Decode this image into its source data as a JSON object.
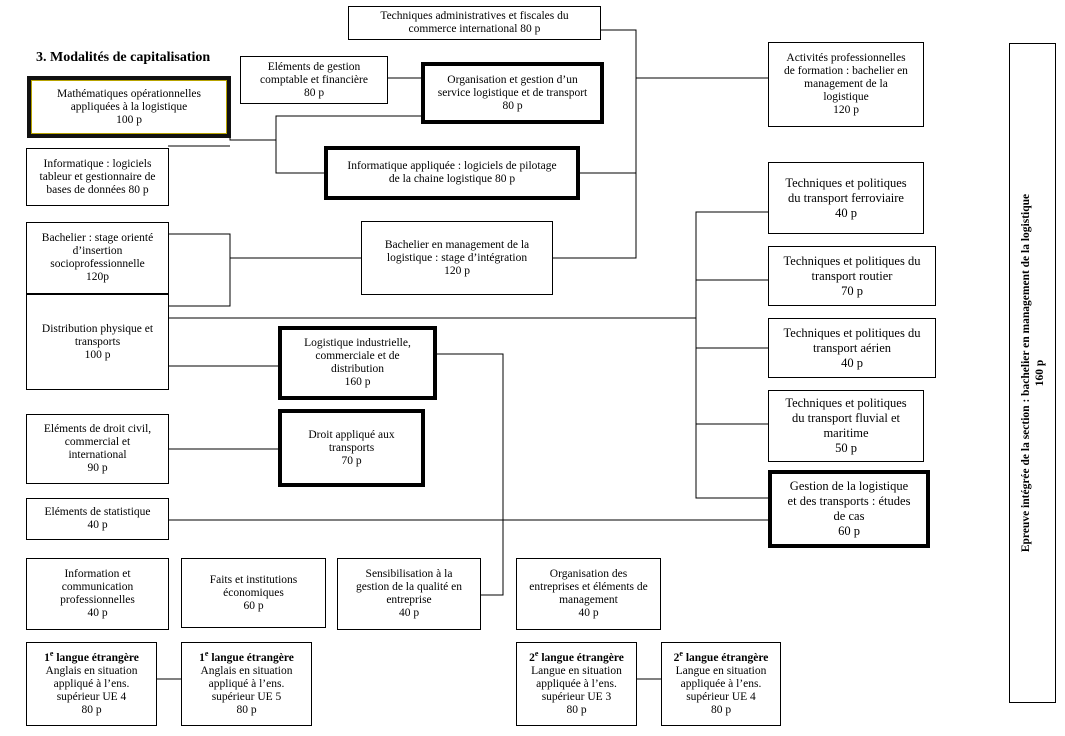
{
  "section_title": "3.   Modalités de capitalisation",
  "boxes": {
    "tech_admin": [
      "Techniques administratives et fiscales du",
      "commerce international  80 p"
    ],
    "elements_gestion": [
      "Eléments de gestion",
      "comptable et financière",
      "80 p"
    ],
    "organisation_gestion": [
      "Organisation et gestion d’un",
      "service logistique et de transport",
      "80 p"
    ],
    "activites_pro": [
      "Activités professionnelles",
      "de formation : bachelier en",
      "management de la",
      "logistique",
      "120 p"
    ],
    "maths": [
      "Mathématiques opérationnelles",
      "appliquées à la logistique",
      "100 p"
    ],
    "informatique_logiciels": [
      "Informatique : logiciels",
      "tableur et gestionnaire de",
      "bases de données  80 p"
    ],
    "informatique_appliquee": [
      "Informatique appliquée : logiciels de pilotage",
      "de la chaine logistique  80 p"
    ],
    "ferroviaire": [
      "Techniques et politiques",
      "du transport ferroviaire",
      "40 p"
    ],
    "stage_orientation": [
      "Bachelier : stage orienté",
      "d’insertion",
      "socioprofessionnelle",
      "120p"
    ],
    "stage_integration": [
      "Bachelier en management de la",
      "logistique : stage d’intégration",
      "120 p"
    ],
    "routier": [
      "Techniques et politiques du",
      "transport routier",
      "70 p"
    ],
    "distribution": [
      "Distribution physique et",
      "transports",
      "100 p"
    ],
    "logistique_industrielle": [
      "Logistique industrielle,",
      "commerciale et de",
      "distribution",
      "160 p"
    ],
    "aerien": [
      "Techniques et politiques du",
      "transport aérien",
      "40 p"
    ],
    "droit_civil": [
      "Eléments de droit civil,",
      "commercial et",
      "international",
      "90 p"
    ],
    "droit_applique": [
      "Droit appliqué aux",
      "transports",
      "70 p"
    ],
    "fluvial": [
      "Techniques et politiques",
      "du transport fluvial et",
      "maritime",
      "50 p"
    ],
    "statistique": [
      "Eléments de statistique",
      "40 p"
    ],
    "gestion_logistique": [
      "Gestion de la logistique",
      "et des transports : études",
      "de cas",
      "60 p"
    ],
    "information_comm": [
      "Information et",
      "communication",
      "professionnelles",
      "40 p"
    ],
    "faits_institutions": [
      "Faits et institutions",
      "économiques",
      "60 p"
    ],
    "qualite": [
      "Sensibilisation à la",
      "gestion de la qualité en",
      "entreprise",
      "40 p"
    ],
    "organisation_entreprises": [
      "Organisation des",
      "entreprises et éléments de",
      "management",
      "40 p"
    ],
    "langue1_ue4": {
      "title_num": "1",
      "title_sup": "e",
      "title_rest": "  langue étrangère",
      "lines": [
        "Anglais en situation",
        "appliqué à  l’ens.",
        "supérieur UE 4",
        "80 p"
      ]
    },
    "langue1_ue5": {
      "title_num": "1",
      "title_sup": "e",
      "title_rest": "  langue étrangère",
      "lines": [
        "Anglais en situation",
        "appliqué à  l’ens.",
        "supérieur UE 5",
        "80 p"
      ]
    },
    "langue2_ue3": {
      "title_num": "2",
      "title_sup": "e",
      "title_rest": " langue étrangère",
      "lines": [
        "Langue en situation",
        "appliquée à  l’ens.",
        "supérieur UE 3",
        "80 p"
      ]
    },
    "langue2_ue4": {
      "title_num": "2",
      "title_sup": "e",
      "title_rest": " langue étrangère",
      "lines": [
        "Langue en situation",
        "appliquée à  l’ens.",
        "supérieur UE 4",
        "80 p"
      ]
    }
  },
  "epreuve": [
    "Epreuve intégrée de la section : bachelier en management de la logistique",
    "160 p"
  ]
}
